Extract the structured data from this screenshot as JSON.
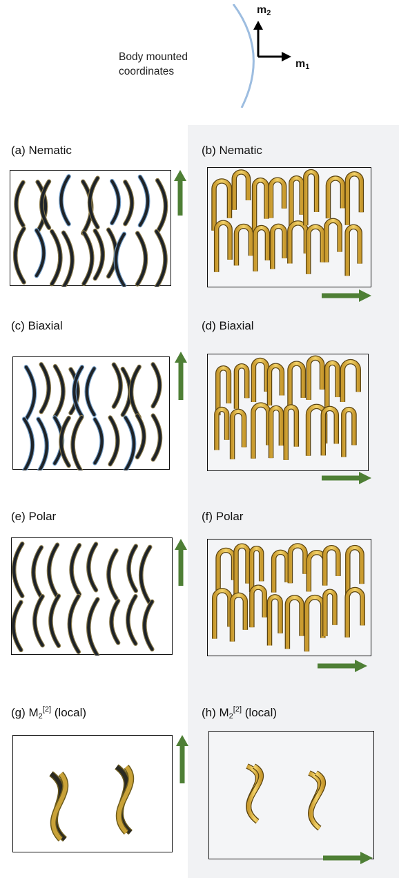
{
  "coordinates": {
    "caption_line1": "Body mounted",
    "caption_line2": "coordinates",
    "axis_m1": "m",
    "axis_m1_sub": "1",
    "axis_m2": "m",
    "axis_m2_sub": "2"
  },
  "panels": [
    {
      "key": "a",
      "label": "(a) Nematic",
      "style": "dark-arc",
      "direction": "up",
      "pattern": "random"
    },
    {
      "key": "b",
      "label": "(b) Nematic",
      "style": "gold-ring",
      "direction": "right",
      "pattern": "random"
    },
    {
      "key": "c",
      "label": "(c) Biaxial",
      "style": "dark-arc",
      "direction": "up",
      "pattern": "biaxial"
    },
    {
      "key": "d",
      "label": "(d) Biaxial",
      "style": "gold-ring",
      "direction": "right",
      "pattern": "biaxial"
    },
    {
      "key": "e",
      "label": "(e) Polar",
      "style": "dark-arc",
      "direction": "up",
      "pattern": "polar"
    },
    {
      "key": "f",
      "label": "(f) Polar",
      "style": "gold-ring",
      "direction": "right",
      "pattern": "polar"
    },
    {
      "key": "g",
      "label_main": "(g) M",
      "label_sub": "2",
      "label_sup": "[2]",
      "label_tail": " (local)",
      "style": "dark-arc",
      "direction": "up",
      "pattern": "pairs"
    },
    {
      "key": "h",
      "label_main": "(h) M",
      "label_sub": "2",
      "label_sup": "[2]",
      "label_tail": " (local)",
      "style": "gold-ring",
      "direction": "right",
      "pattern": "pairs"
    }
  ],
  "colors": {
    "arrow": "#4e7f35",
    "gold_light": "#f3d36a",
    "gold_mid": "#c99a2e",
    "dark": "#1e2328",
    "blue_edge": "#6e9ac4",
    "body_arc": "#9dbde0"
  }
}
